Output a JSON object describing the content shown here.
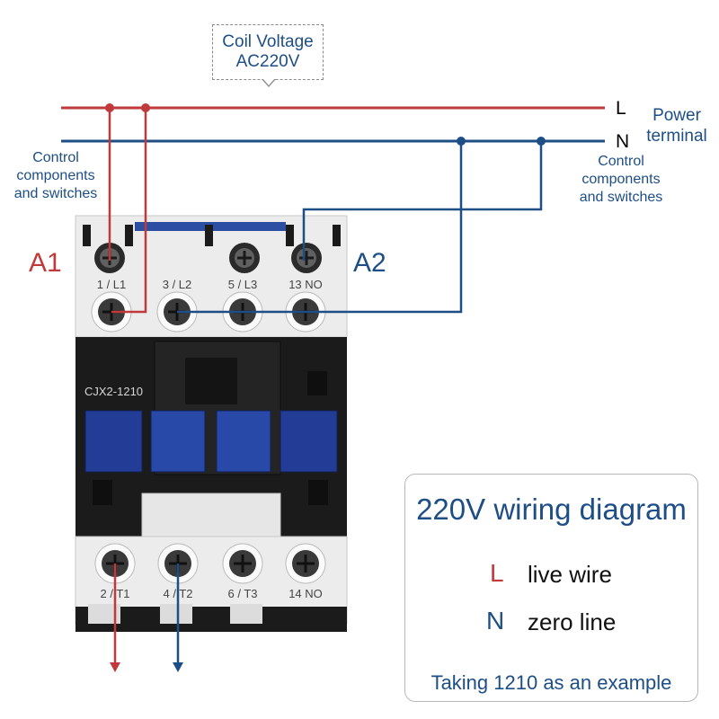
{
  "callout": {
    "line1": "Coil Voltage",
    "line2": "AC220V"
  },
  "power": {
    "l_letter": "L",
    "n_letter": "N",
    "label_line1": "Power",
    "label_line2": "terminal"
  },
  "control_left": {
    "line1": "Control",
    "line2": "components",
    "line3": "and switches"
  },
  "control_right": {
    "line1": "Control",
    "line2": "components",
    "line3": "and switches"
  },
  "coil_labels": {
    "a1": "A1",
    "a2": "A2"
  },
  "device": {
    "model": "CJX2-1210",
    "top_terminals": [
      "1 / L1",
      "3 / L2",
      "5 / L3",
      "13 NO"
    ],
    "bottom_terminals": [
      "2 / T1",
      "4 / T2",
      "6 / T3",
      "14 NO"
    ]
  },
  "legend": {
    "title": "220V wiring diagram",
    "live_letter": "L",
    "live_text": "live wire",
    "zero_letter": "N",
    "zero_text": "zero line",
    "footer": "Taking 1210 as an example"
  },
  "colors": {
    "live_wire": "#c0393b",
    "neutral_wire": "#1d4e86",
    "device_body": "#1b1b1b",
    "device_frame": "#e9e9e9",
    "blue_block": "#233d96"
  }
}
